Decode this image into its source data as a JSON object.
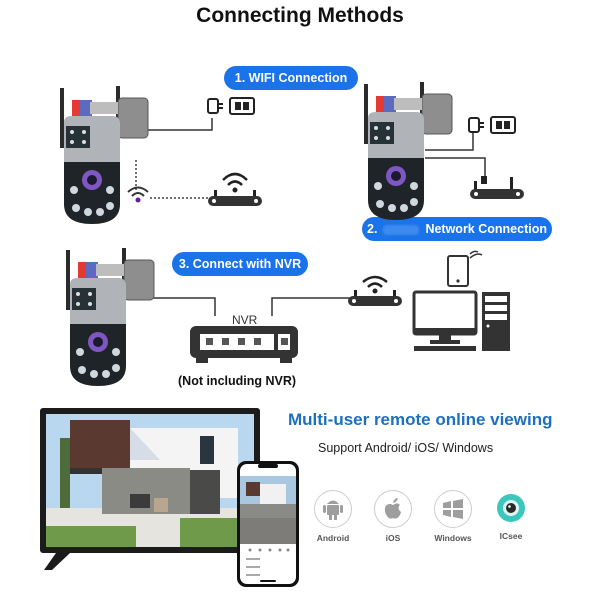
{
  "header": {
    "title": "Connecting Methods"
  },
  "methods": [
    {
      "label": "1. WIFI Connection"
    },
    {
      "label_prefix": "2.",
      "label_suffix": "Network Connection"
    },
    {
      "label": "3. Connect with NVR"
    }
  ],
  "nvr": {
    "device_label": "NVR",
    "note": "(Not including NVR)"
  },
  "viewing": {
    "headline": "Multi-user remote online viewing",
    "support_text": "Support Android/ iOS/ Windows",
    "platforms": [
      {
        "name": "Android",
        "icon": "android-icon"
      },
      {
        "name": "iOS",
        "icon": "apple-icon"
      },
      {
        "name": "Windows",
        "icon": "windows-icon"
      },
      {
        "name": "ICsee",
        "icon": "icsee-app-icon"
      }
    ]
  },
  "colors": {
    "accent": "#1a73e8",
    "headline": "#1e6fc0",
    "icsee": "#3cc7bd"
  }
}
